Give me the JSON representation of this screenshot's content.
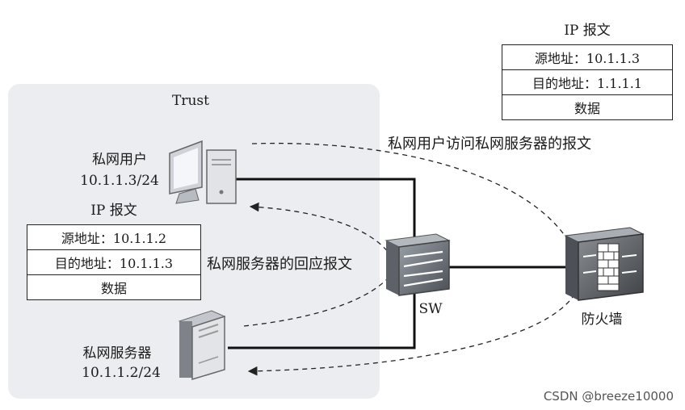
{
  "zone": {
    "label": "Trust"
  },
  "pc": {
    "label": "私网用户",
    "ip": "10.1.1.3/24"
  },
  "server": {
    "label": "私网服务器",
    "ip": "10.1.1.2/24"
  },
  "switch": {
    "label": "SW"
  },
  "firewall": {
    "label": "防火墙"
  },
  "flows": {
    "request": "私网用户访问私网服务器的报文",
    "reply": "私网服务器的回应报文"
  },
  "packet_request": {
    "title": "IP 报文",
    "src": "源地址：10.1.1.3",
    "dst": "目的地址：1.1.1.1",
    "payload": "数据"
  },
  "packet_reply": {
    "title": "IP 报文",
    "src": "源地址：10.1.1.2",
    "dst": "目的地址：10.1.1.3",
    "payload": "数据"
  },
  "watermark": "CSDN @breeze10000"
}
